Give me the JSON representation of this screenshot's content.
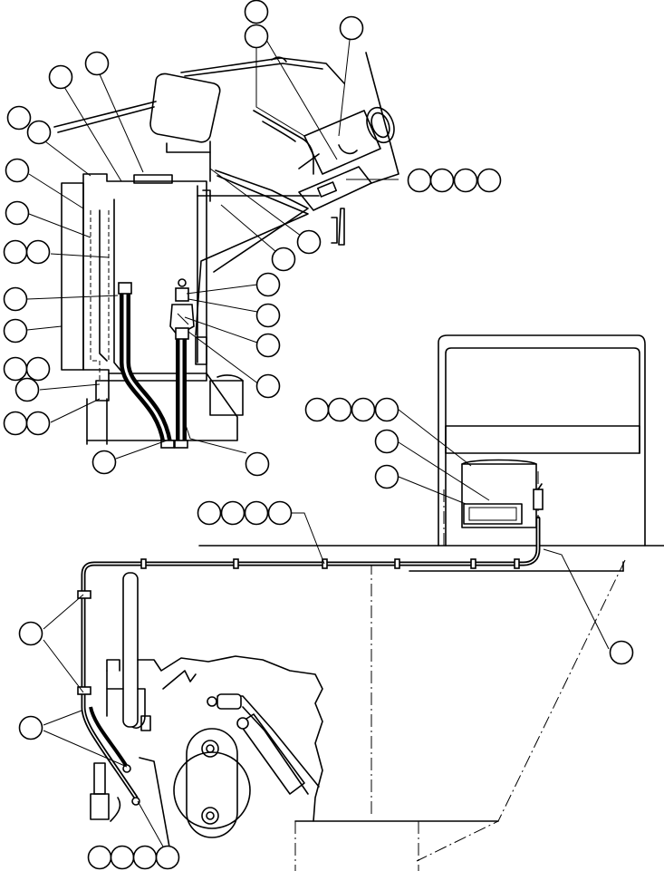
{
  "drawing": {
    "kind": "parts-diagram",
    "background": "#ffffff",
    "line_color": "#000000"
  },
  "callouts": [
    {
      "name": "balloon-top-a"
    },
    {
      "name": "balloon-top-b"
    },
    {
      "name": "balloon-top-right"
    },
    {
      "name": "balloon-upper-left-1"
    },
    {
      "name": "balloon-upper-left-2"
    },
    {
      "name": "balloon-left-1"
    },
    {
      "name": "balloon-left-2"
    },
    {
      "name": "balloon-left-3"
    },
    {
      "name": "balloon-left-4"
    },
    {
      "name": "balloon-left-pair-1a"
    },
    {
      "name": "balloon-left-pair-1b"
    },
    {
      "name": "balloon-left-5"
    },
    {
      "name": "balloon-left-6"
    },
    {
      "name": "balloon-left-pair-2a"
    },
    {
      "name": "balloon-left-pair-2b"
    },
    {
      "name": "balloon-left-7"
    },
    {
      "name": "balloon-left-pair-3a"
    },
    {
      "name": "balloon-left-pair-3b"
    },
    {
      "name": "balloon-right-group4-a"
    },
    {
      "name": "balloon-right-group4-b"
    },
    {
      "name": "balloon-right-group4-c"
    },
    {
      "name": "balloon-right-group4-d"
    },
    {
      "name": "balloon-mid-1"
    },
    {
      "name": "balloon-mid-2"
    },
    {
      "name": "balloon-fitting-1"
    },
    {
      "name": "balloon-fitting-2"
    },
    {
      "name": "balloon-fitting-3"
    },
    {
      "name": "balloon-fitting-4"
    },
    {
      "name": "balloon-hose-bottom-left"
    },
    {
      "name": "balloon-hose-bottom-right"
    },
    {
      "name": "balloon-cab-group4-a"
    },
    {
      "name": "balloon-cab-group4-b"
    },
    {
      "name": "balloon-cab-group4-c"
    },
    {
      "name": "balloon-cab-group4-d"
    },
    {
      "name": "balloon-cab-1"
    },
    {
      "name": "balloon-cab-2"
    },
    {
      "name": "balloon-line-group4-a"
    },
    {
      "name": "balloon-line-group4-b"
    },
    {
      "name": "balloon-line-group4-c"
    },
    {
      "name": "balloon-line-group4-d"
    },
    {
      "name": "balloon-right-line"
    },
    {
      "name": "balloon-clamp-left"
    },
    {
      "name": "balloon-pipe-left"
    },
    {
      "name": "balloon-bottom-group4-a"
    },
    {
      "name": "balloon-bottom-group4-b"
    },
    {
      "name": "balloon-bottom-group4-c"
    },
    {
      "name": "balloon-bottom-group4-d"
    }
  ]
}
